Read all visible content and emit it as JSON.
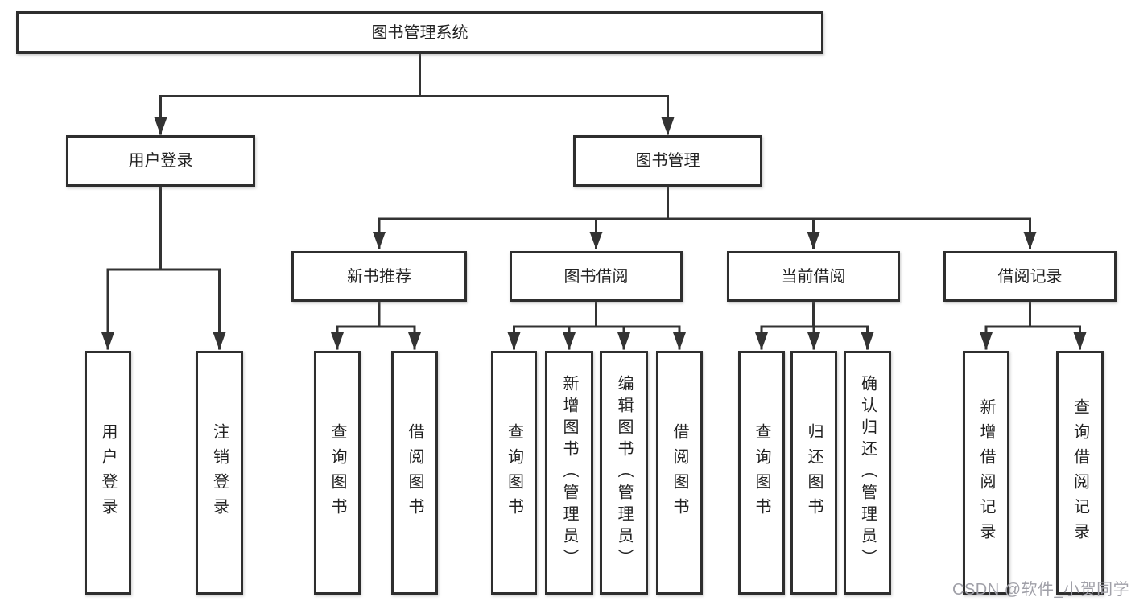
{
  "diagram": {
    "title": "图书管理系统",
    "root": {
      "label": "图书管理系统"
    },
    "level2": [
      {
        "label": "用户登录"
      },
      {
        "label": "图书管理"
      }
    ],
    "level3": [
      {
        "label": "新书推荐"
      },
      {
        "label": "图书借阅"
      },
      {
        "label": "当前借阅"
      },
      {
        "label": "借阅记录"
      }
    ],
    "leaves": {
      "user": [
        {
          "label": "用户登录"
        },
        {
          "label": "注销登录"
        }
      ],
      "recommend": [
        {
          "label": "查询图书"
        },
        {
          "label": "借阅图书"
        }
      ],
      "borrow": [
        {
          "label": "查询图书"
        },
        {
          "label": "新增图书（管理员）"
        },
        {
          "label": "编辑图书（管理员）"
        },
        {
          "label": "借阅图书"
        }
      ],
      "current": [
        {
          "label": "查询图书"
        },
        {
          "label": "归还图书"
        },
        {
          "label": "确认归还（管理员）"
        }
      ],
      "records": [
        {
          "label": "新增借阅记录"
        },
        {
          "label": "查询借阅记录"
        }
      ]
    }
  },
  "watermark": {
    "text": "CSDN @软件_小贺同学",
    "color": "#a0a0a8"
  },
  "colors": {
    "background": "#ffffff",
    "box_fill": "#ffffff",
    "box_border": "#2e2e2e",
    "line": "#333333",
    "text": "#222222"
  }
}
